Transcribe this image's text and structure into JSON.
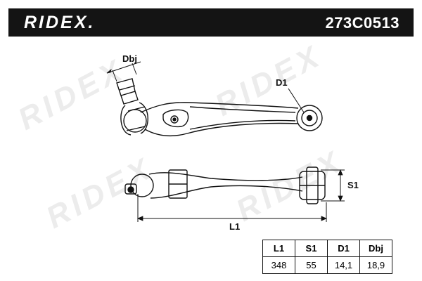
{
  "header": {
    "brand": "RIDEX.",
    "part_number": "273C0513"
  },
  "watermark_text": "RIDEX",
  "dimensions": {
    "dbj": "Dbj",
    "d1": "D1",
    "s1": "S1",
    "l1": "L1"
  },
  "specs": {
    "headers": [
      "L1",
      "S1",
      "D1",
      "Dbj"
    ],
    "values": [
      "348",
      "55",
      "14,1",
      "18,9"
    ]
  }
}
